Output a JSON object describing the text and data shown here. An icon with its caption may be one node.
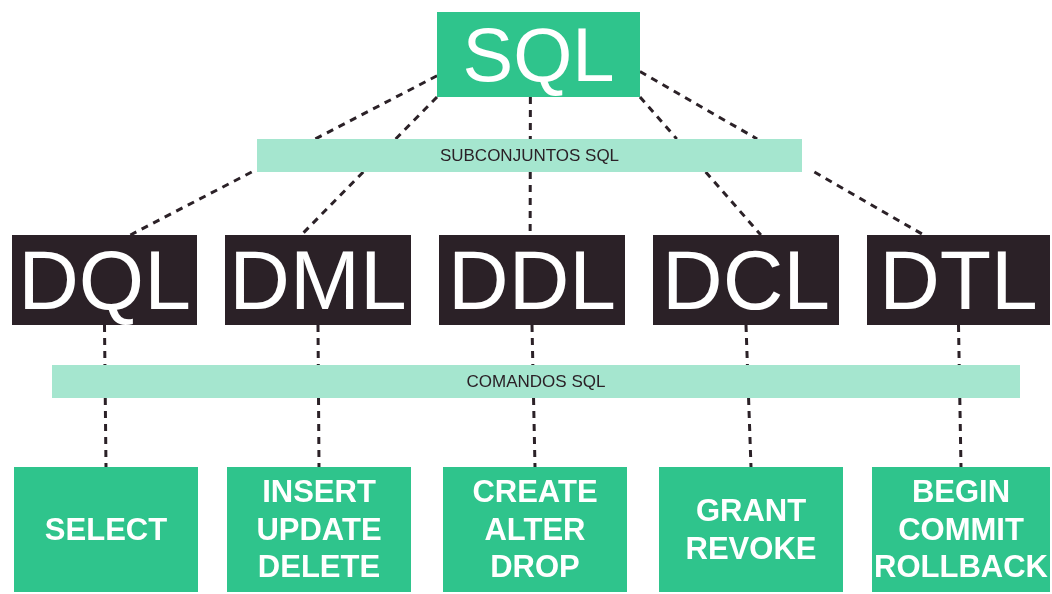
{
  "diagram": {
    "nodes": [
      {
        "text": [
          "SQL"
        ]
      },
      {
        "text": [
          "SUBCONJUNTOS SQL"
        ]
      },
      {
        "text": [
          "DQL"
        ]
      },
      {
        "text": [
          "DML"
        ]
      },
      {
        "text": [
          "DDL"
        ]
      },
      {
        "text": [
          "DCL"
        ]
      },
      {
        "text": [
          "DTL"
        ]
      },
      {
        "text": [
          "COMANDOS SQL"
        ]
      },
      {
        "text": [
          "SELECT"
        ]
      },
      {
        "text": [
          "INSERT UPDATE DELETE"
        ]
      },
      {
        "text": [
          "CREATE ALTER DROP"
        ]
      },
      {
        "text": [
          "GRANT REVOKE"
        ]
      },
      {
        "text": [
          "BEGIN COMMIT ROLLBACK"
        ]
      }
    ],
    "edges": [
      {
        "from": 0,
        "to": 1,
        "arrow": "none",
        "style": "dashed"
      },
      {
        "from": 0,
        "to": 1,
        "arrow": "none",
        "style": "dashed"
      },
      {
        "from": 0,
        "to": 1,
        "arrow": "none",
        "style": "dashed"
      },
      {
        "from": 0,
        "to": 1,
        "arrow": "none",
        "style": "dashed"
      },
      {
        "from": 0,
        "to": 1,
        "arrow": "none",
        "style": "dashed"
      },
      {
        "from": 1,
        "to": 2,
        "arrow": "none",
        "style": "dashed"
      },
      {
        "from": 1,
        "to": 3,
        "arrow": "none",
        "style": "dashed"
      },
      {
        "from": 1,
        "to": 4,
        "arrow": "none",
        "style": "dashed"
      },
      {
        "from": 1,
        "to": 5,
        "arrow": "none",
        "style": "dashed"
      },
      {
        "from": 1,
        "to": 6,
        "arrow": "none",
        "style": "dashed"
      },
      {
        "from": 2,
        "to": 7,
        "arrow": "none",
        "style": "dashed"
      },
      {
        "from": 3,
        "to": 7,
        "arrow": "none",
        "style": "dashed"
      },
      {
        "from": 4,
        "to": 7,
        "arrow": "none",
        "style": "dashed"
      },
      {
        "from": 5,
        "to": 7,
        "arrow": "none",
        "style": "dashed"
      },
      {
        "from": 6,
        "to": 7,
        "arrow": "none",
        "style": "dashed"
      },
      {
        "from": 7,
        "to": 8,
        "arrow": "none",
        "style": "dashed"
      },
      {
        "from": 7,
        "to": 9,
        "arrow": "none",
        "style": "dashed"
      },
      {
        "from": 7,
        "to": 10,
        "arrow": "none",
        "style": "dashed"
      },
      {
        "from": 7,
        "to": 11,
        "arrow": "none",
        "style": "dashed"
      },
      {
        "from": 7,
        "to": 12,
        "arrow": "none",
        "style": "dashed"
      }
    ]
  }
}
